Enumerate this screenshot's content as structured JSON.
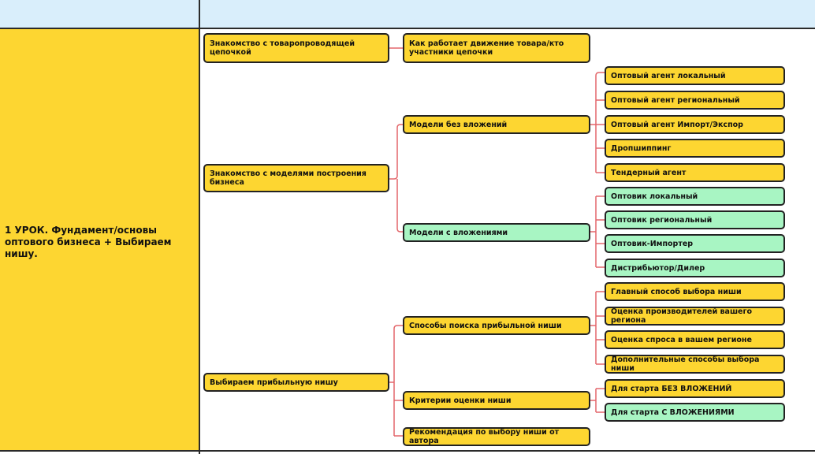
{
  "colors": {
    "header": "#d9eefb",
    "yellow": "#fdd631",
    "green": "#a8f5c3",
    "connector": "#e3676b"
  },
  "lesson": {
    "title": "1 УРОК. Фундамент/основы оптового бизнеса + Выбираем нишу."
  },
  "nodes": {
    "intro_chain": "Знакомство с товаропроводящей цепочкой",
    "how_goods_move": "Как работает движение товара/кто участники цепочки",
    "intro_models": "Знакомство с моделями построения бизнеса",
    "models_no_invest": "Модели без вложений",
    "agent_local": "Оптовый агент локальный",
    "agent_regional": "Оптовый агент региональный",
    "agent_import": "Оптовый агент Импорт/Экспор",
    "dropshipping": "Дропшиппинг",
    "tender_agent": "Тендерный агент",
    "models_invest": "Модели с вложениями",
    "wholesaler_local": "Оптовик локальный",
    "wholesaler_regional": "Оптовик региональный",
    "wholesaler_importer": "Оптовик-Импортер",
    "distributor": "Дистрибьютор/Дилер",
    "choose_niche": "Выбираем прибыльную нишу",
    "niche_search": "Способы поиска прибыльной ниши",
    "main_method": "Главный способ выбора ниши",
    "producers_eval": "Оценка производителей вашего региона",
    "demand_eval": "Оценка спроса в вашем регионе",
    "extra_methods": "Дополнительные способы выбора ниши",
    "niche_criteria": "Критерии оценки ниши",
    "start_no_invest": "Для старта БЕЗ ВЛОЖЕНИЙ",
    "start_invest": "Для старта С ВЛОЖЕНИЯМИ",
    "author_rec": "Рекомендация  по выбору ниши от автора"
  }
}
